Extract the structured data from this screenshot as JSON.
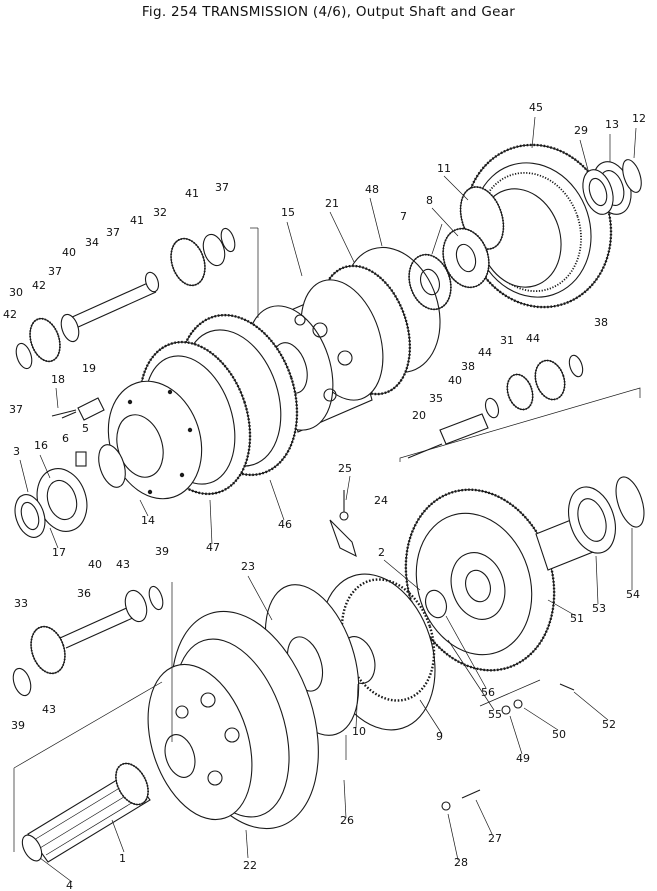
{
  "figure": {
    "title": "Fig. 254   TRANSMISSION (4/6), Output Shaft and Gear"
  },
  "callouts": [
    {
      "num": "1"
    },
    {
      "num": "2"
    },
    {
      "num": "3"
    },
    {
      "num": "4"
    },
    {
      "num": "5"
    },
    {
      "num": "6"
    },
    {
      "num": "7"
    },
    {
      "num": "8"
    },
    {
      "num": "9"
    },
    {
      "num": "10"
    },
    {
      "num": "11"
    },
    {
      "num": "12"
    },
    {
      "num": "13"
    },
    {
      "num": "14"
    },
    {
      "num": "15"
    },
    {
      "num": "16"
    },
    {
      "num": "17"
    },
    {
      "num": "18"
    },
    {
      "num": "19"
    },
    {
      "num": "20"
    },
    {
      "num": "21"
    },
    {
      "num": "22"
    },
    {
      "num": "23"
    },
    {
      "num": "24"
    },
    {
      "num": "25"
    },
    {
      "num": "26"
    },
    {
      "num": "27"
    },
    {
      "num": "28"
    },
    {
      "num": "29"
    },
    {
      "num": "30"
    },
    {
      "num": "31"
    },
    {
      "num": "32"
    },
    {
      "num": "33"
    },
    {
      "num": "34"
    },
    {
      "num": "35"
    },
    {
      "num": "36"
    },
    {
      "num": "37"
    },
    {
      "num": "37"
    },
    {
      "num": "37"
    },
    {
      "num": "37"
    },
    {
      "num": "38"
    },
    {
      "num": "38"
    },
    {
      "num": "39"
    },
    {
      "num": "39"
    },
    {
      "num": "40"
    },
    {
      "num": "40"
    },
    {
      "num": "40"
    },
    {
      "num": "41"
    },
    {
      "num": "41"
    },
    {
      "num": "42"
    },
    {
      "num": "42"
    },
    {
      "num": "43"
    },
    {
      "num": "43"
    },
    {
      "num": "44"
    },
    {
      "num": "44"
    },
    {
      "num": "45"
    },
    {
      "num": "46"
    },
    {
      "num": "47"
    },
    {
      "num": "48"
    },
    {
      "num": "49"
    },
    {
      "num": "50"
    },
    {
      "num": "51"
    },
    {
      "num": "52"
    },
    {
      "num": "53"
    },
    {
      "num": "54"
    },
    {
      "num": "55"
    },
    {
      "num": "56"
    }
  ]
}
